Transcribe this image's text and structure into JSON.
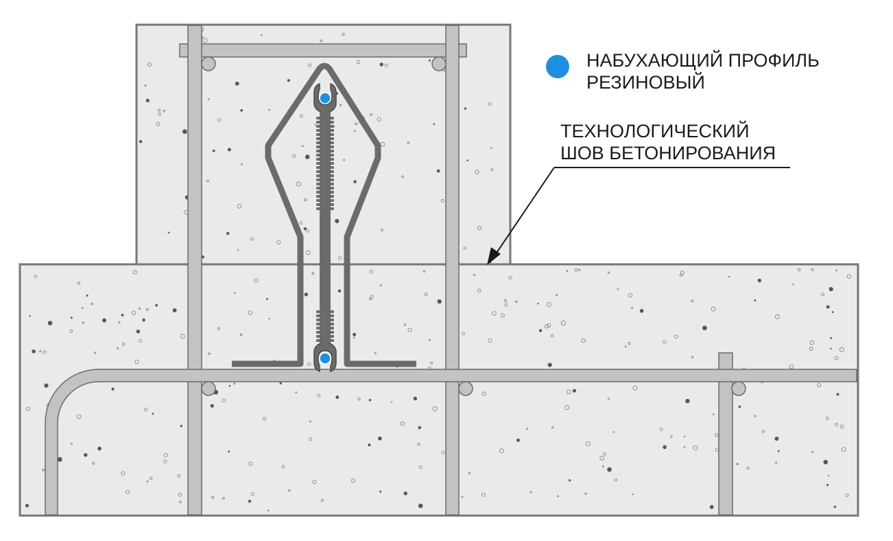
{
  "legend": {
    "marker_color": "#1e8fe0",
    "line1": "НАБУХАЮЩИЙ ПРОФИЛЬ",
    "line2": "РЕЗИНОВЫЙ"
  },
  "callout": {
    "line1": "ТЕХНОЛОГИЧЕСКИЙ",
    "line2": "ШОВ БЕТОНИРОВАНИЯ"
  },
  "colors": {
    "concrete": "#eaeaea",
    "concrete_outline": "#777777",
    "rebar_fill": "#c3c3c3",
    "rebar_stroke": "#6a6a6a",
    "waterstop": "#6b6b6b",
    "swelling_profile": "#1e8fe0"
  }
}
